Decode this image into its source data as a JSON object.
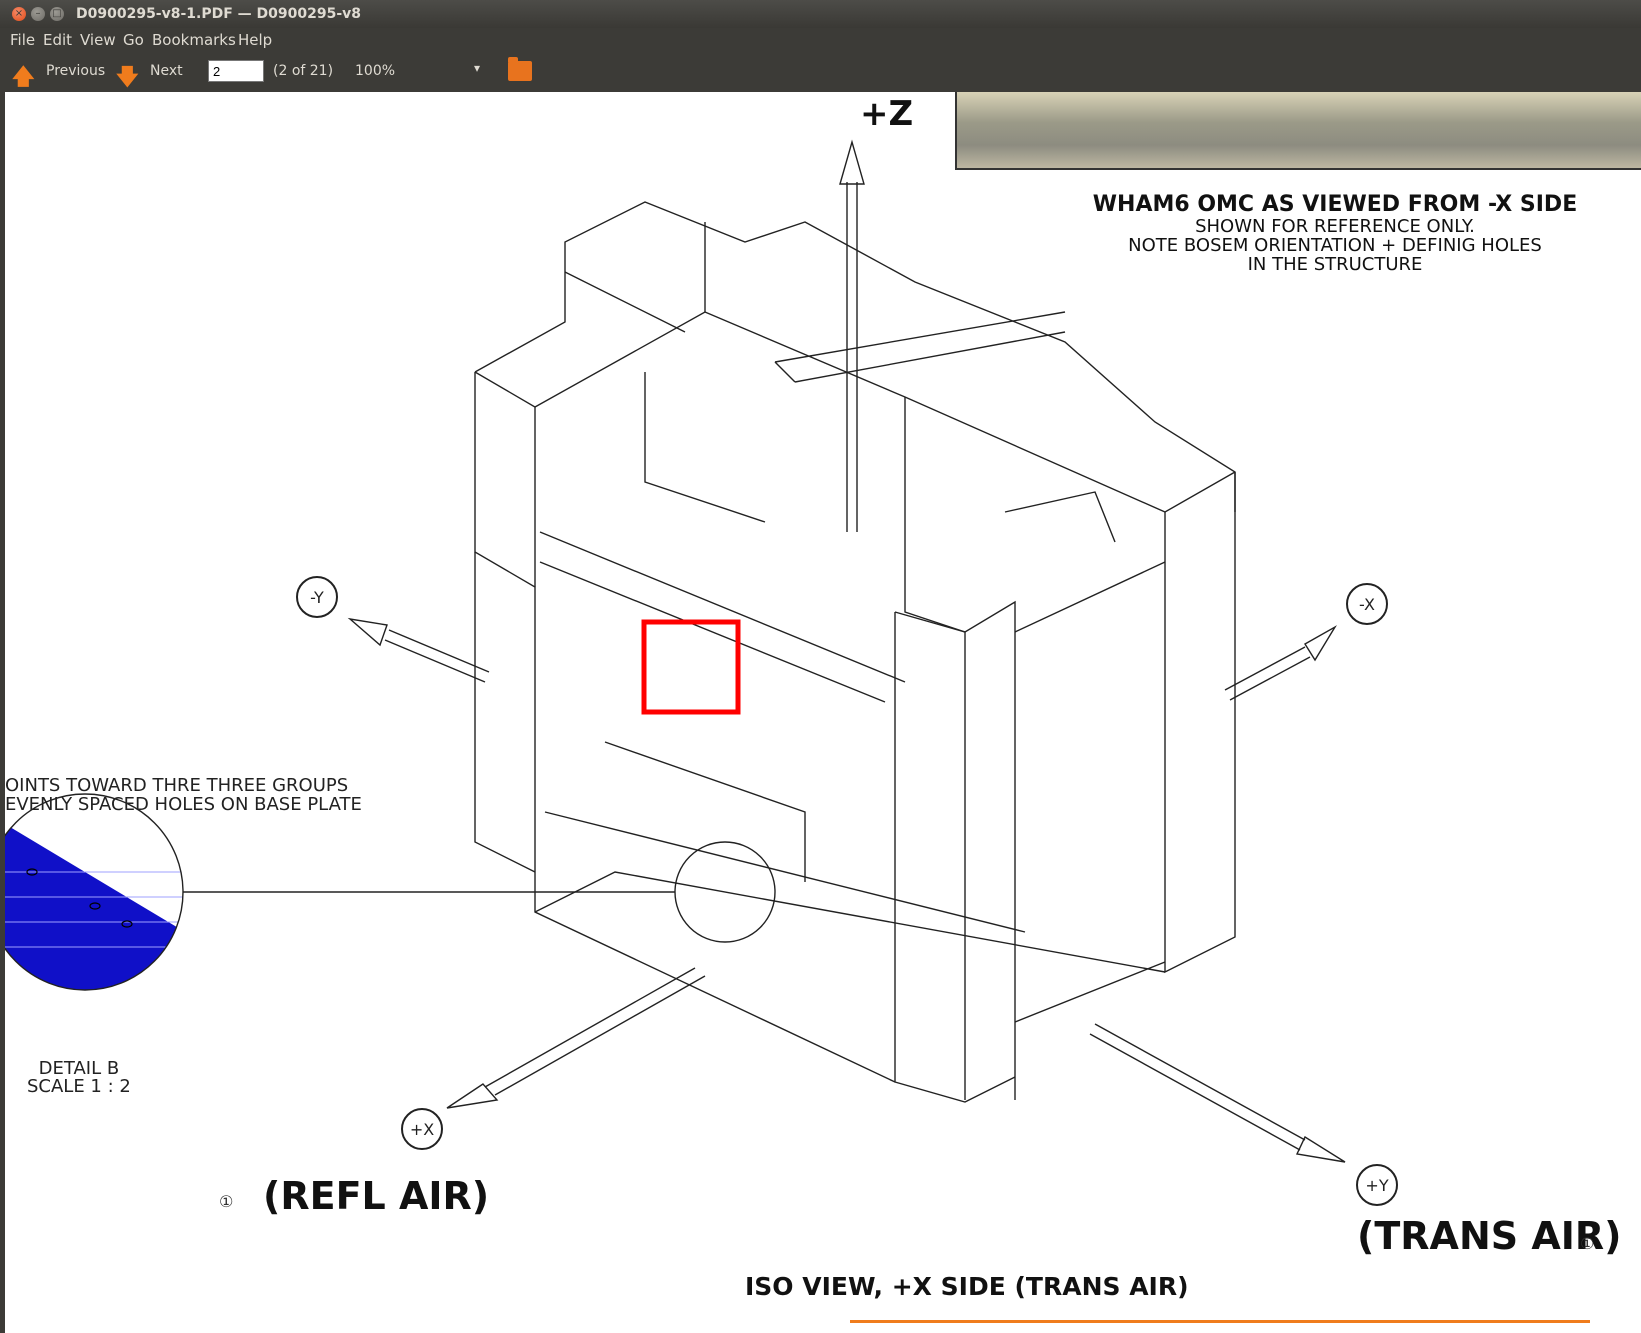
{
  "window": {
    "title": "D0900295-v8-1.PDF — D0900295-v8",
    "close_glyph": "×",
    "min_glyph": "–",
    "max_glyph": "□"
  },
  "menubar": {
    "items": [
      "File",
      "Edit",
      "View",
      "Go",
      "Bookmarks",
      "Help"
    ]
  },
  "toolbar": {
    "previous_label": "Previous",
    "next_label": "Next",
    "page_value": "2",
    "page_count": "(2 of 21)",
    "zoom_value": "100%",
    "zoom_caret": "▾",
    "up_glyph": "🡅",
    "down_glyph": "🡇"
  },
  "document": {
    "axis_z": "+Z",
    "photo_note": {
      "heading": "WHAM6 OMC AS VIEWED FROM -X SIDE",
      "line1": "SHOWN FOR REFERENCE ONLY.",
      "line2": "NOTE BOSEM ORIENTATION + DEFINIG HOLES",
      "line3": "IN THE STRUCTURE"
    },
    "left_note": {
      "line1": "OINTS TOWARD THRE THREE GROUPS",
      "line2": "EVENLY SPACED HOLES ON BASE PLATE"
    },
    "detail": {
      "line1": "DETAIL B",
      "line2": "SCALE 1 : 2"
    },
    "axis_labels": {
      "minus_y": "-Y",
      "minus_x": "-X",
      "plus_x": "+X",
      "plus_y": "+Y"
    },
    "refl_air": "(REFL AIR)",
    "trans_air": "(TRANS AIR)",
    "iso_caption": "ISO VIEW, +X SIDE (TRANS AIR)",
    "hex_mark": "①"
  },
  "colors": {
    "chrome": "#3c3b37",
    "accent": "#f07c1d",
    "highlight_box": "#ff0000",
    "detail_fill": "#1010c8"
  }
}
